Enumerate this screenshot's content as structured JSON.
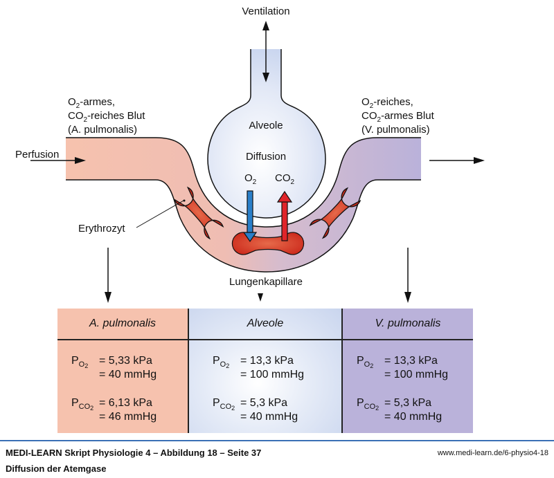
{
  "diagram": {
    "ventilation": "Ventilation",
    "perfusion": "Perfusion",
    "alveole": "Alveole",
    "diffusion": "Diffusion",
    "o2": "O",
    "co2": "CO",
    "sub2": "2",
    "erythrozyt": "Erythrozyt",
    "lungenkapillare": "Lungenkapillare",
    "left_note": {
      "line1_a": "O",
      "line1_b": "-armes,",
      "line2_a": "CO",
      "line2_b": "-reiches Blut",
      "line3": "(A. pulmonalis)"
    },
    "right_note": {
      "line1_a": "O",
      "line1_b": "-reiches,",
      "line2_a": "CO",
      "line2_b": "-armes Blut",
      "line3": "(V. pulmonalis)"
    },
    "colors": {
      "arterial": "#f6c2ae",
      "venous": "#bab2da",
      "alveole": "#dbe3f4",
      "erythrocyte": "#d23a22",
      "o2_arrow": "#2a7fc9",
      "co2_arrow": "#e0242a"
    }
  },
  "table": {
    "columns": [
      {
        "header": "A. pulmonalis",
        "po2": [
          "= 5,33 kPa",
          "= 40 mmHg"
        ],
        "pco2": [
          "= 6,13 kPa",
          "= 46 mmHg"
        ]
      },
      {
        "header": "Alveole",
        "po2": [
          "= 13,3 kPa",
          "= 100 mmHg"
        ],
        "pco2": [
          "= 5,3 kPa",
          "= 40 mmHg"
        ]
      },
      {
        "header": "V. pulmonalis",
        "po2": [
          "= 13,3 kPa",
          "= 100 mmHg"
        ],
        "pco2": [
          "= 5,3 kPa",
          "= 40 mmHg"
        ]
      }
    ],
    "p_symbol": "P",
    "o2_sub": "O",
    "co2_sub": "CO",
    "two": "2"
  },
  "footer": {
    "title": "MEDI-LEARN Skript Physiologie 4 – Abbildung 18 – Seite 37",
    "subtitle": "Diffusion der Atemgase",
    "url": "www.medi-learn.de/6-physio4-18"
  }
}
